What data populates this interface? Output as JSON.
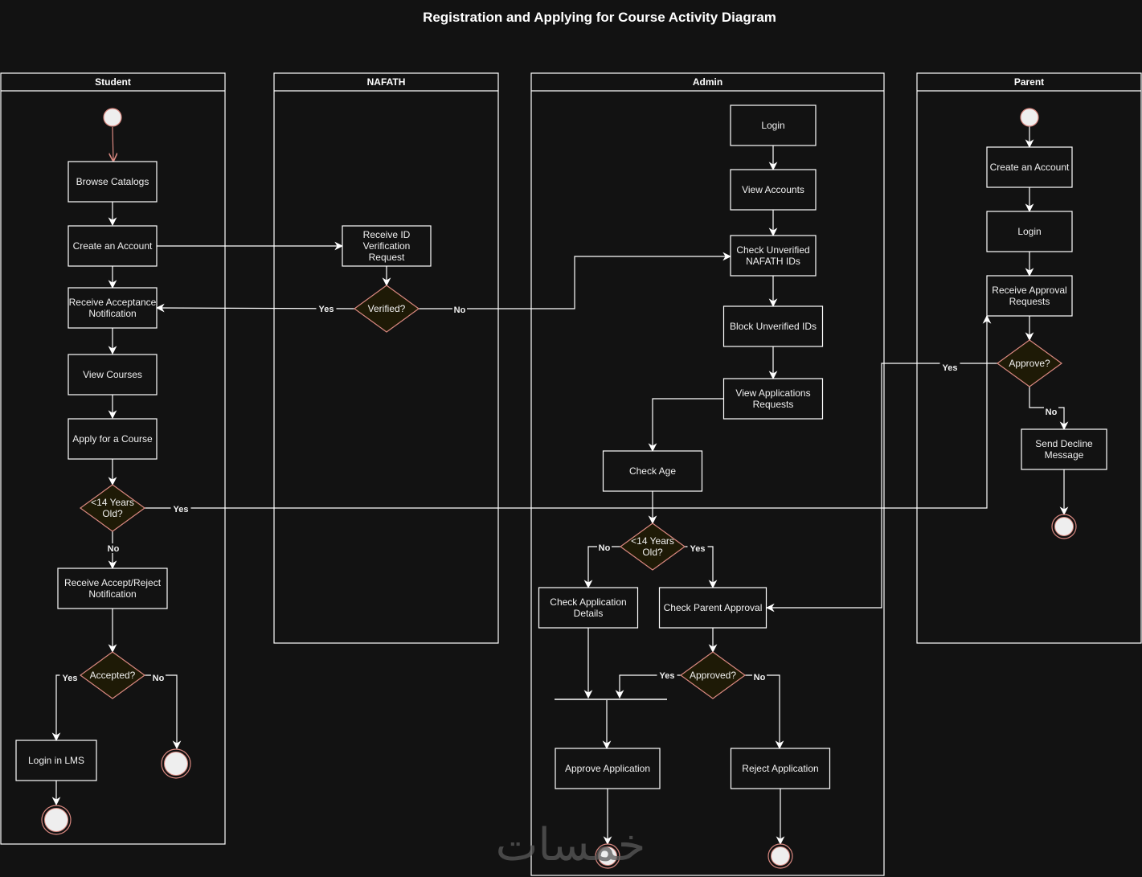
{
  "title": "Registration and Applying for Course Activity Diagram",
  "colors": {
    "background": "#121212",
    "line": "#ffffff",
    "decision_fill": "#1e1a06",
    "decision_stroke": "#d98880",
    "initial_fill": "#eeeeee",
    "initial_stroke": "#d98880"
  },
  "lanes": [
    {
      "id": "student",
      "label": "Student"
    },
    {
      "id": "nafath",
      "label": "NAFATH"
    },
    {
      "id": "admin",
      "label": "Admin"
    },
    {
      "id": "parent",
      "label": "Parent"
    }
  ],
  "nodes": {
    "s_start": {
      "type": "initial"
    },
    "s_browse": {
      "type": "action",
      "lines": [
        "Browse Catalogs"
      ]
    },
    "s_create": {
      "type": "action",
      "lines": [
        "Create an Account"
      ]
    },
    "s_accept_notif": {
      "type": "action",
      "lines": [
        "Receive Acceptance",
        "Notification"
      ]
    },
    "s_view_courses": {
      "type": "action",
      "lines": [
        "View Courses"
      ]
    },
    "s_apply": {
      "type": "action",
      "lines": [
        "Apply for a Course"
      ]
    },
    "s_age": {
      "type": "decision",
      "lines": [
        "<14 Years",
        "Old?"
      ]
    },
    "s_acc_rej": {
      "type": "action",
      "lines": [
        "Receive Accept/Reject",
        "Notification"
      ]
    },
    "s_accepted": {
      "type": "decision",
      "lines": [
        "Accepted?"
      ]
    },
    "s_login_lms": {
      "type": "action",
      "lines": [
        "Login in LMS"
      ]
    },
    "s_end1": {
      "type": "final"
    },
    "s_end2": {
      "type": "final"
    },
    "n_receive": {
      "type": "action",
      "lines": [
        "Receive ID",
        "Verification",
        "Request"
      ]
    },
    "n_verified": {
      "type": "decision",
      "lines": [
        "Verified?"
      ]
    },
    "a_login": {
      "type": "action",
      "lines": [
        "Login"
      ]
    },
    "a_view_acc": {
      "type": "action",
      "lines": [
        "View Accounts"
      ]
    },
    "a_check_unv": {
      "type": "action",
      "lines": [
        "Check Unverified",
        "NAFATH IDs"
      ]
    },
    "a_block": {
      "type": "action",
      "lines": [
        "Block Unverified IDs"
      ]
    },
    "a_view_apps": {
      "type": "action",
      "lines": [
        "View Applications",
        "Requests"
      ]
    },
    "a_check_age": {
      "type": "action",
      "lines": [
        "Check Age"
      ]
    },
    "a_age": {
      "type": "decision",
      "lines": [
        "<14 Years",
        "Old?"
      ]
    },
    "a_check_details": {
      "type": "action",
      "lines": [
        "Check Application",
        "Details"
      ]
    },
    "a_check_parent": {
      "type": "action",
      "lines": [
        "Check Parent Approval"
      ]
    },
    "a_approved": {
      "type": "decision",
      "lines": [
        "Approved?"
      ]
    },
    "a_join": {
      "type": "join"
    },
    "a_approve": {
      "type": "action",
      "lines": [
        "Approve Application"
      ]
    },
    "a_reject": {
      "type": "action",
      "lines": [
        "Reject Application"
      ]
    },
    "a_end1": {
      "type": "final"
    },
    "a_end2": {
      "type": "final"
    },
    "p_start": {
      "type": "initial"
    },
    "p_create": {
      "type": "action",
      "lines": [
        "Create an Account"
      ]
    },
    "p_login": {
      "type": "action",
      "lines": [
        "Login"
      ]
    },
    "p_receive": {
      "type": "action",
      "lines": [
        "Receive Approval",
        "Requests"
      ]
    },
    "p_approve": {
      "type": "decision",
      "lines": [
        "Approve?"
      ]
    },
    "p_decline": {
      "type": "action",
      "lines": [
        "Send Decline",
        "Message"
      ]
    },
    "p_end": {
      "type": "final"
    }
  },
  "edges": [
    {
      "from": "s_start",
      "to": "s_browse",
      "label": ""
    },
    {
      "from": "s_browse",
      "to": "s_create",
      "label": ""
    },
    {
      "from": "s_create",
      "to": "s_accept_notif",
      "label": ""
    },
    {
      "from": "s_create",
      "to": "n_receive",
      "label": ""
    },
    {
      "from": "n_receive",
      "to": "n_verified",
      "label": ""
    },
    {
      "from": "n_verified",
      "to": "s_accept_notif",
      "label": "Yes"
    },
    {
      "from": "n_verified",
      "to": "a_check_unv",
      "label": "No"
    },
    {
      "from": "s_accept_notif",
      "to": "s_view_courses",
      "label": ""
    },
    {
      "from": "s_view_courses",
      "to": "s_apply",
      "label": ""
    },
    {
      "from": "s_apply",
      "to": "s_age",
      "label": ""
    },
    {
      "from": "s_age",
      "to": "p_receive",
      "label": "Yes"
    },
    {
      "from": "s_age",
      "to": "s_acc_rej",
      "label": "No"
    },
    {
      "from": "s_acc_rej",
      "to": "s_accepted",
      "label": ""
    },
    {
      "from": "s_accepted",
      "to": "s_login_lms",
      "label": "Yes"
    },
    {
      "from": "s_accepted",
      "to": "s_end2",
      "label": "No"
    },
    {
      "from": "s_login_lms",
      "to": "s_end1",
      "label": ""
    },
    {
      "from": "a_login",
      "to": "a_view_acc",
      "label": ""
    },
    {
      "from": "a_view_acc",
      "to": "a_check_unv",
      "label": ""
    },
    {
      "from": "a_check_unv",
      "to": "a_block",
      "label": ""
    },
    {
      "from": "a_block",
      "to": "a_view_apps",
      "label": ""
    },
    {
      "from": "a_view_apps",
      "to": "a_check_age",
      "label": ""
    },
    {
      "from": "a_check_age",
      "to": "a_age",
      "label": ""
    },
    {
      "from": "a_age",
      "to": "a_check_details",
      "label": "No"
    },
    {
      "from": "a_age",
      "to": "a_check_parent",
      "label": "Yes"
    },
    {
      "from": "a_check_parent",
      "to": "a_approved",
      "label": ""
    },
    {
      "from": "a_approved",
      "to": "a_join",
      "label": "Yes"
    },
    {
      "from": "a_approved",
      "to": "a_reject",
      "label": "No"
    },
    {
      "from": "a_check_details",
      "to": "a_join",
      "label": ""
    },
    {
      "from": "a_join",
      "to": "a_approve",
      "label": ""
    },
    {
      "from": "a_approve",
      "to": "a_end1",
      "label": ""
    },
    {
      "from": "a_reject",
      "to": "a_end2",
      "label": ""
    },
    {
      "from": "p_start",
      "to": "p_create",
      "label": ""
    },
    {
      "from": "p_create",
      "to": "p_login",
      "label": ""
    },
    {
      "from": "p_login",
      "to": "p_receive",
      "label": ""
    },
    {
      "from": "p_receive",
      "to": "p_approve",
      "label": ""
    },
    {
      "from": "p_approve",
      "to": "a_check_parent",
      "label": "Yes"
    },
    {
      "from": "p_approve",
      "to": "p_decline",
      "label": "No"
    },
    {
      "from": "p_decline",
      "to": "p_end",
      "label": ""
    }
  ],
  "watermark": "خمسات"
}
